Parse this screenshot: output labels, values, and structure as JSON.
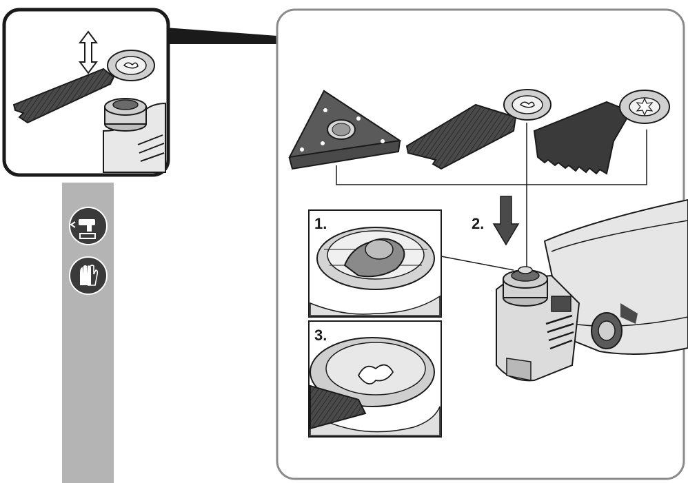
{
  "steps": {
    "step1": "1.",
    "step2": "2.",
    "step3": "3."
  },
  "sidebar": {
    "icons": [
      "battery-removal-icon",
      "protective-gloves-icon"
    ]
  },
  "colors": {
    "frame": "#8a8a8a",
    "sidebar": "#b4b4b4",
    "ink": "#1a1a1a",
    "metal": "#bdbdbd",
    "blade": "#3a3a3a"
  }
}
